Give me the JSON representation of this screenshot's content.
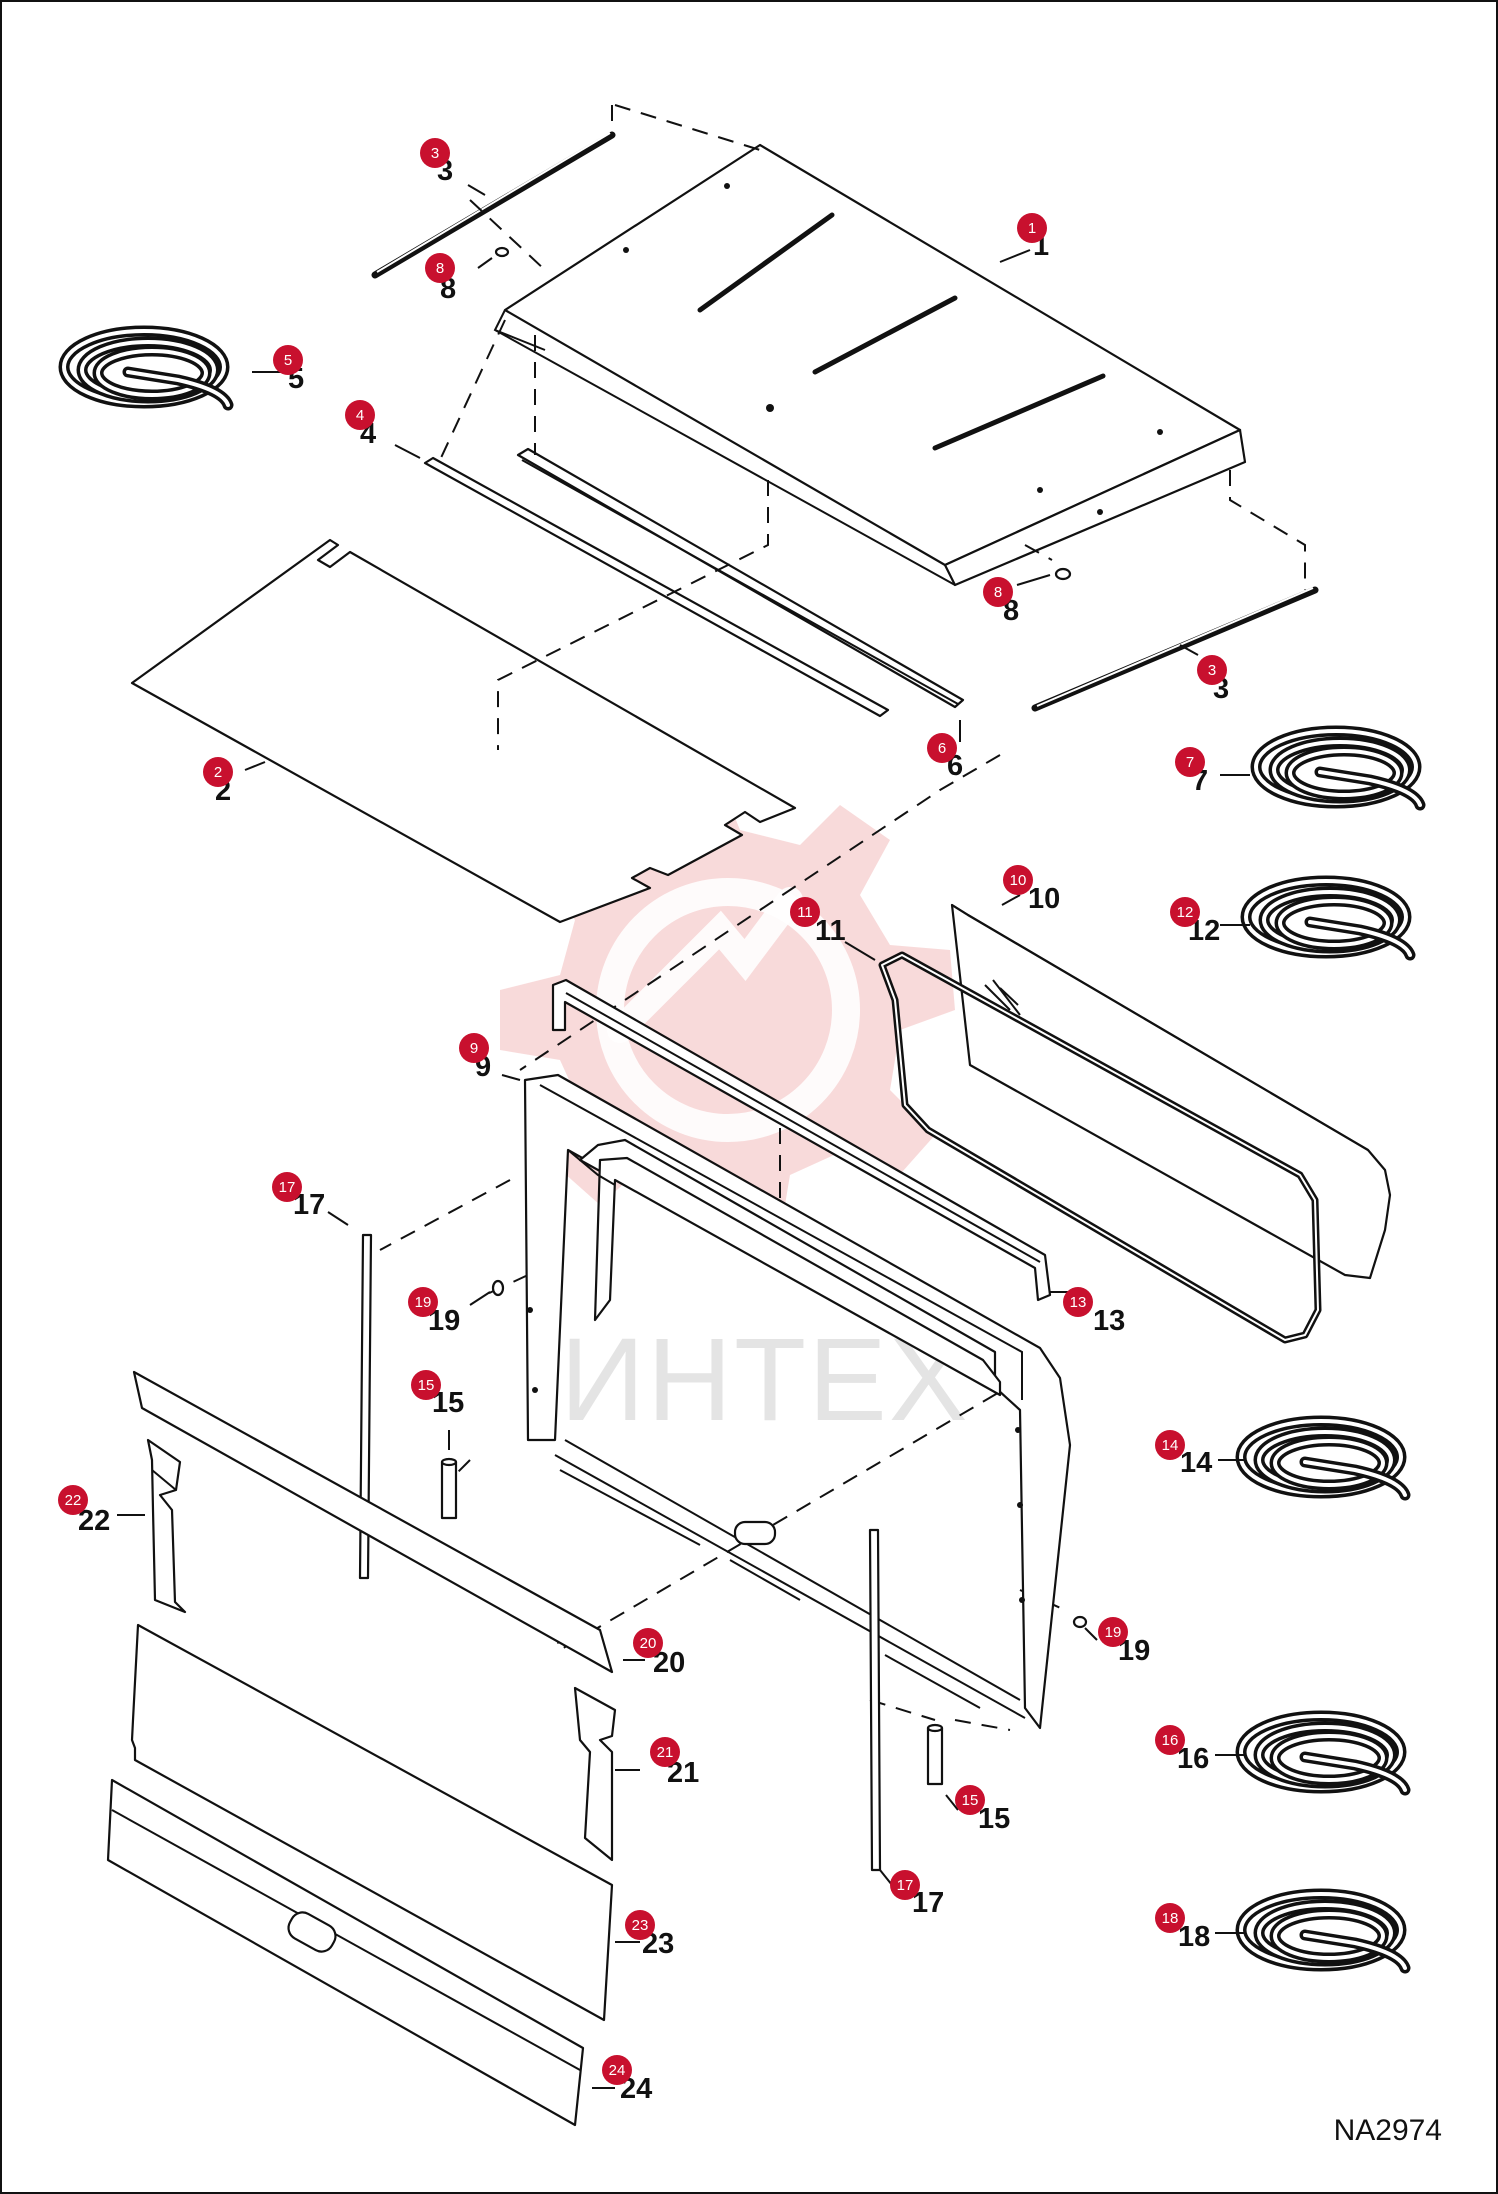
{
  "diagram": {
    "reference_code": "NA2974",
    "watermark_text": "ИНТЕХ",
    "callout_color": "#c8102e",
    "watermark_color": "#f6c9c9",
    "callouts": [
      {
        "id": "c1",
        "label": "1",
        "tag": "1"
      },
      {
        "id": "c2",
        "label": "2",
        "tag": "2"
      },
      {
        "id": "c3a",
        "label": "3",
        "tag": "3"
      },
      {
        "id": "c3b",
        "label": "3",
        "tag": "3"
      },
      {
        "id": "c4",
        "label": "4",
        "tag": "4"
      },
      {
        "id": "c5",
        "label": "5",
        "tag": "5"
      },
      {
        "id": "c6",
        "label": "6",
        "tag": "6"
      },
      {
        "id": "c7",
        "label": "7",
        "tag": "7"
      },
      {
        "id": "c8a",
        "label": "8",
        "tag": "8"
      },
      {
        "id": "c8b",
        "label": "8",
        "tag": "8"
      },
      {
        "id": "c9",
        "label": "9",
        "tag": "9"
      },
      {
        "id": "c10",
        "label": "10",
        "tag": "10"
      },
      {
        "id": "c11",
        "label": "11",
        "tag": "11"
      },
      {
        "id": "c12",
        "label": "12",
        "tag": "12"
      },
      {
        "id": "c13",
        "label": "13",
        "tag": "13"
      },
      {
        "id": "c14",
        "label": "14",
        "tag": "14"
      },
      {
        "id": "c15a",
        "label": "15",
        "tag": "15"
      },
      {
        "id": "c15b",
        "label": "15",
        "tag": "15"
      },
      {
        "id": "c16",
        "label": "16",
        "tag": "16"
      },
      {
        "id": "c17a",
        "label": "17",
        "tag": "17"
      },
      {
        "id": "c17b",
        "label": "17",
        "tag": "17"
      },
      {
        "id": "c18",
        "label": "18",
        "tag": "18"
      },
      {
        "id": "c19a",
        "label": "19",
        "tag": "19"
      },
      {
        "id": "c19b",
        "label": "19",
        "tag": "19"
      },
      {
        "id": "c20",
        "label": "20",
        "tag": "20"
      },
      {
        "id": "c21",
        "label": "21",
        "tag": "21"
      },
      {
        "id": "c22",
        "label": "22",
        "tag": "22"
      },
      {
        "id": "c23",
        "label": "23",
        "tag": "23"
      },
      {
        "id": "c24",
        "label": "24",
        "tag": "24"
      }
    ]
  }
}
